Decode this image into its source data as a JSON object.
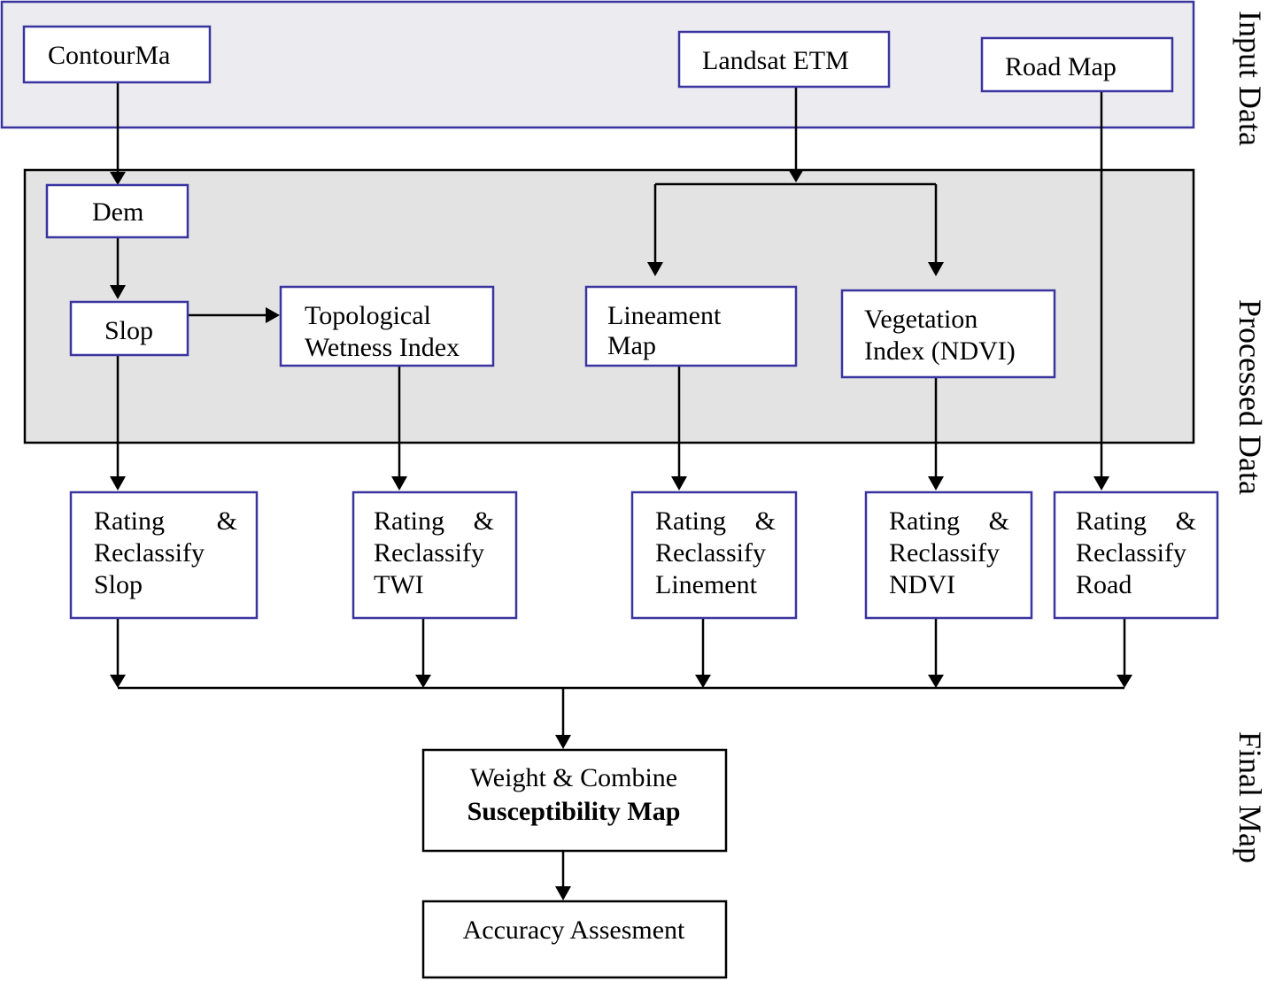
{
  "stages": {
    "input": "Input Data",
    "processed": "Processed Data",
    "final": "Final Map"
  },
  "nodes": {
    "contour": "ContourMa",
    "landsat": "Landsat ETM",
    "road": "Road Map",
    "dem": "Dem",
    "slop": "Slop",
    "twi": [
      "Topological",
      "Wetness Index"
    ],
    "lineament": [
      "Lineament",
      "Map"
    ],
    "ndvi": [
      "Vegetation",
      "Index (NDVI)"
    ],
    "rate_slop": [
      "Rating",
      "&",
      "Reclassify",
      "Slop"
    ],
    "rate_twi": [
      "Rating",
      "&",
      "Reclassify",
      "TWI"
    ],
    "rate_line": [
      "Rating",
      "&",
      "Reclassify",
      "Linement"
    ],
    "rate_ndvi": [
      "Rating",
      "&",
      "Reclassify",
      "NDVI"
    ],
    "rate_road": [
      "Rating",
      "&",
      "Reclassify",
      "Road"
    ],
    "weight": [
      "Weight  & Combine",
      "Susceptibility Map"
    ],
    "accuracy": "Accuracy Assesment"
  },
  "colors": {
    "input_band": "#ececf0",
    "processed_band": "#e3e3e3",
    "box_border_blue": "#3a34a0",
    "box_border_black": "#000000"
  }
}
